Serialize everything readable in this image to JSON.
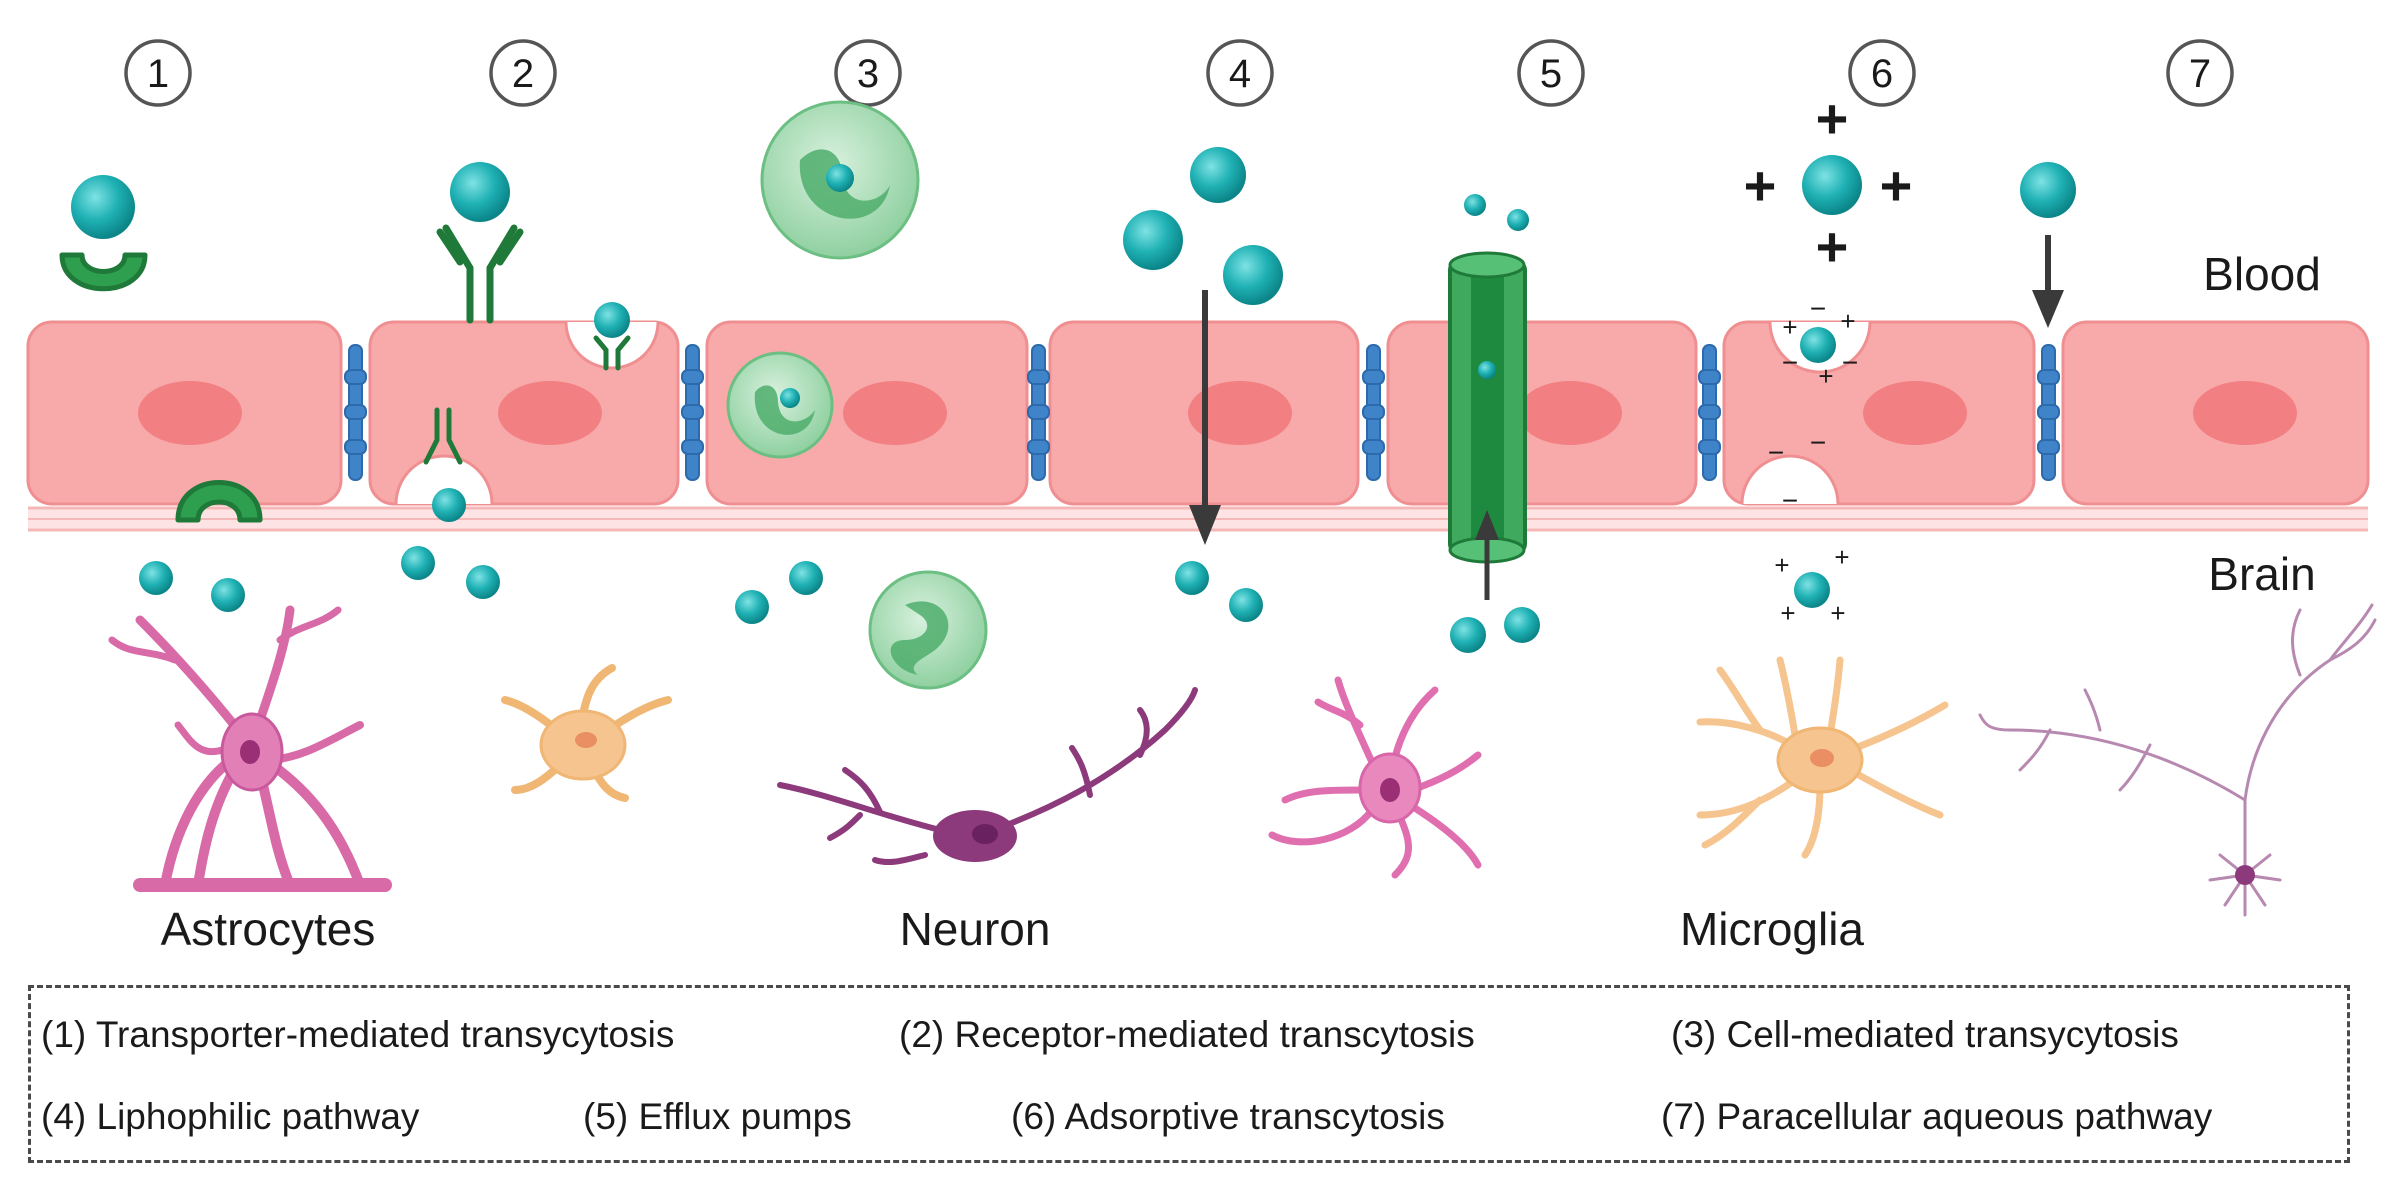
{
  "pathway_numbers": [
    "1",
    "2",
    "3",
    "4",
    "5",
    "6",
    "7"
  ],
  "compartments": {
    "blood": "Blood",
    "brain": "Brain"
  },
  "cell_labels": {
    "astrocytes": "Astrocytes",
    "neuron": "Neuron",
    "microglia": "Microglia"
  },
  "charges": {
    "plus": "+",
    "minus": "−"
  },
  "legend": [
    "(1) Transporter-mediated transycytosis",
    "(2) Receptor-mediated transcytosis",
    "(3) Cell-mediated transycytosis",
    "(4) Liphophilic pathway",
    "(5) Efflux pumps",
    "(6) Adsorptive transcytosis",
    "(7) Paracellular aqueous pathway"
  ],
  "colors": {
    "endothelial_cell": "#f8a9aa",
    "nucleus": "#f27f82",
    "drug_particle": "#17a9ad",
    "transporter": "#2e9e4f",
    "immune_cell": "#9fd8ad",
    "tight_junction": "#3f83c9",
    "astrocyte": "#e17fb6",
    "microglia": "#f6c48e",
    "neuron": "#8d3a7d"
  }
}
